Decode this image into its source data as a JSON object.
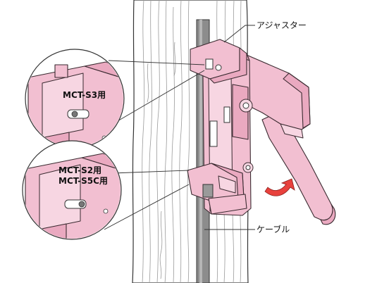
{
  "labels": {
    "adjuster": "アジャスター",
    "cable": "ケーブル",
    "mct_s3": "MCT-S3用",
    "mct_s2": "MCT-S2用",
    "mct_s5c": "MCT-S5C用"
  },
  "colors": {
    "tool_pink": "#f2bfd1",
    "arrow_red": "#e8413c",
    "cable_gray": "#8c8c8c"
  }
}
